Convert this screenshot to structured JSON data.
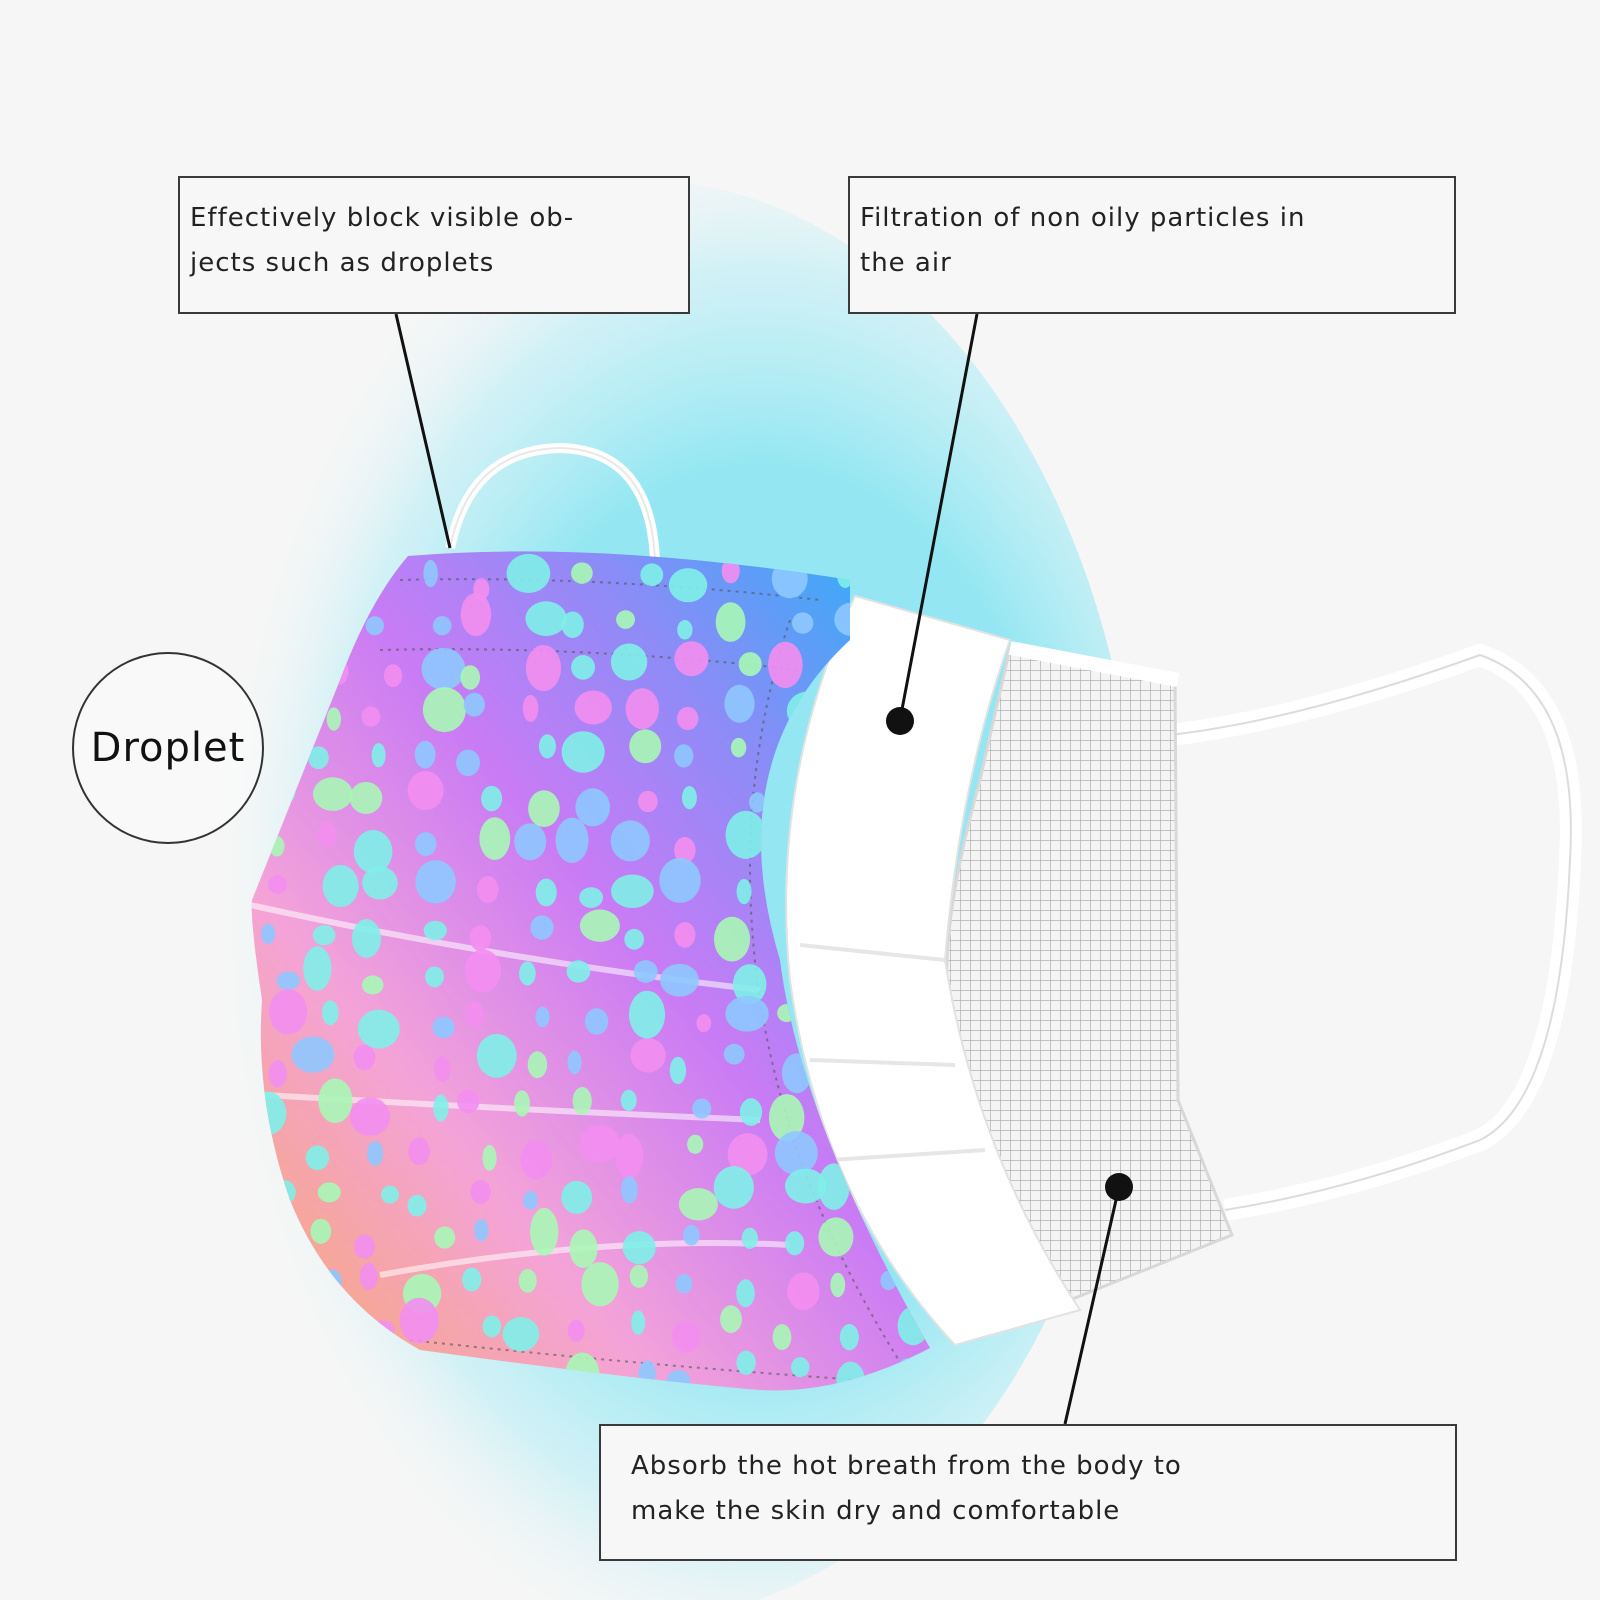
{
  "callouts": {
    "droplets": [
      "Effectively block visible ob-",
      "jects such as droplets"
    ],
    "filtration": [
      "Filtration of non oily particles in",
      "the air"
    ],
    "absorb": [
      "Absorb the hot breath from the body to",
      "make the skin dry and comfortable"
    ]
  },
  "droplet_label": "Droplet",
  "colors": {
    "outer_layer_gradient": [
      "#f7a86a",
      "#f4a3d8",
      "#c97bf5",
      "#8b8cf7",
      "#20b4f7"
    ],
    "dot_colors": [
      "#7ff0e8",
      "#a9f7b6",
      "#f38ef0",
      "#8ec8ff"
    ],
    "aura": "#8fe6f2",
    "inner_mesh": "#9a9a9a",
    "callout_border": "#3a3a3a"
  }
}
